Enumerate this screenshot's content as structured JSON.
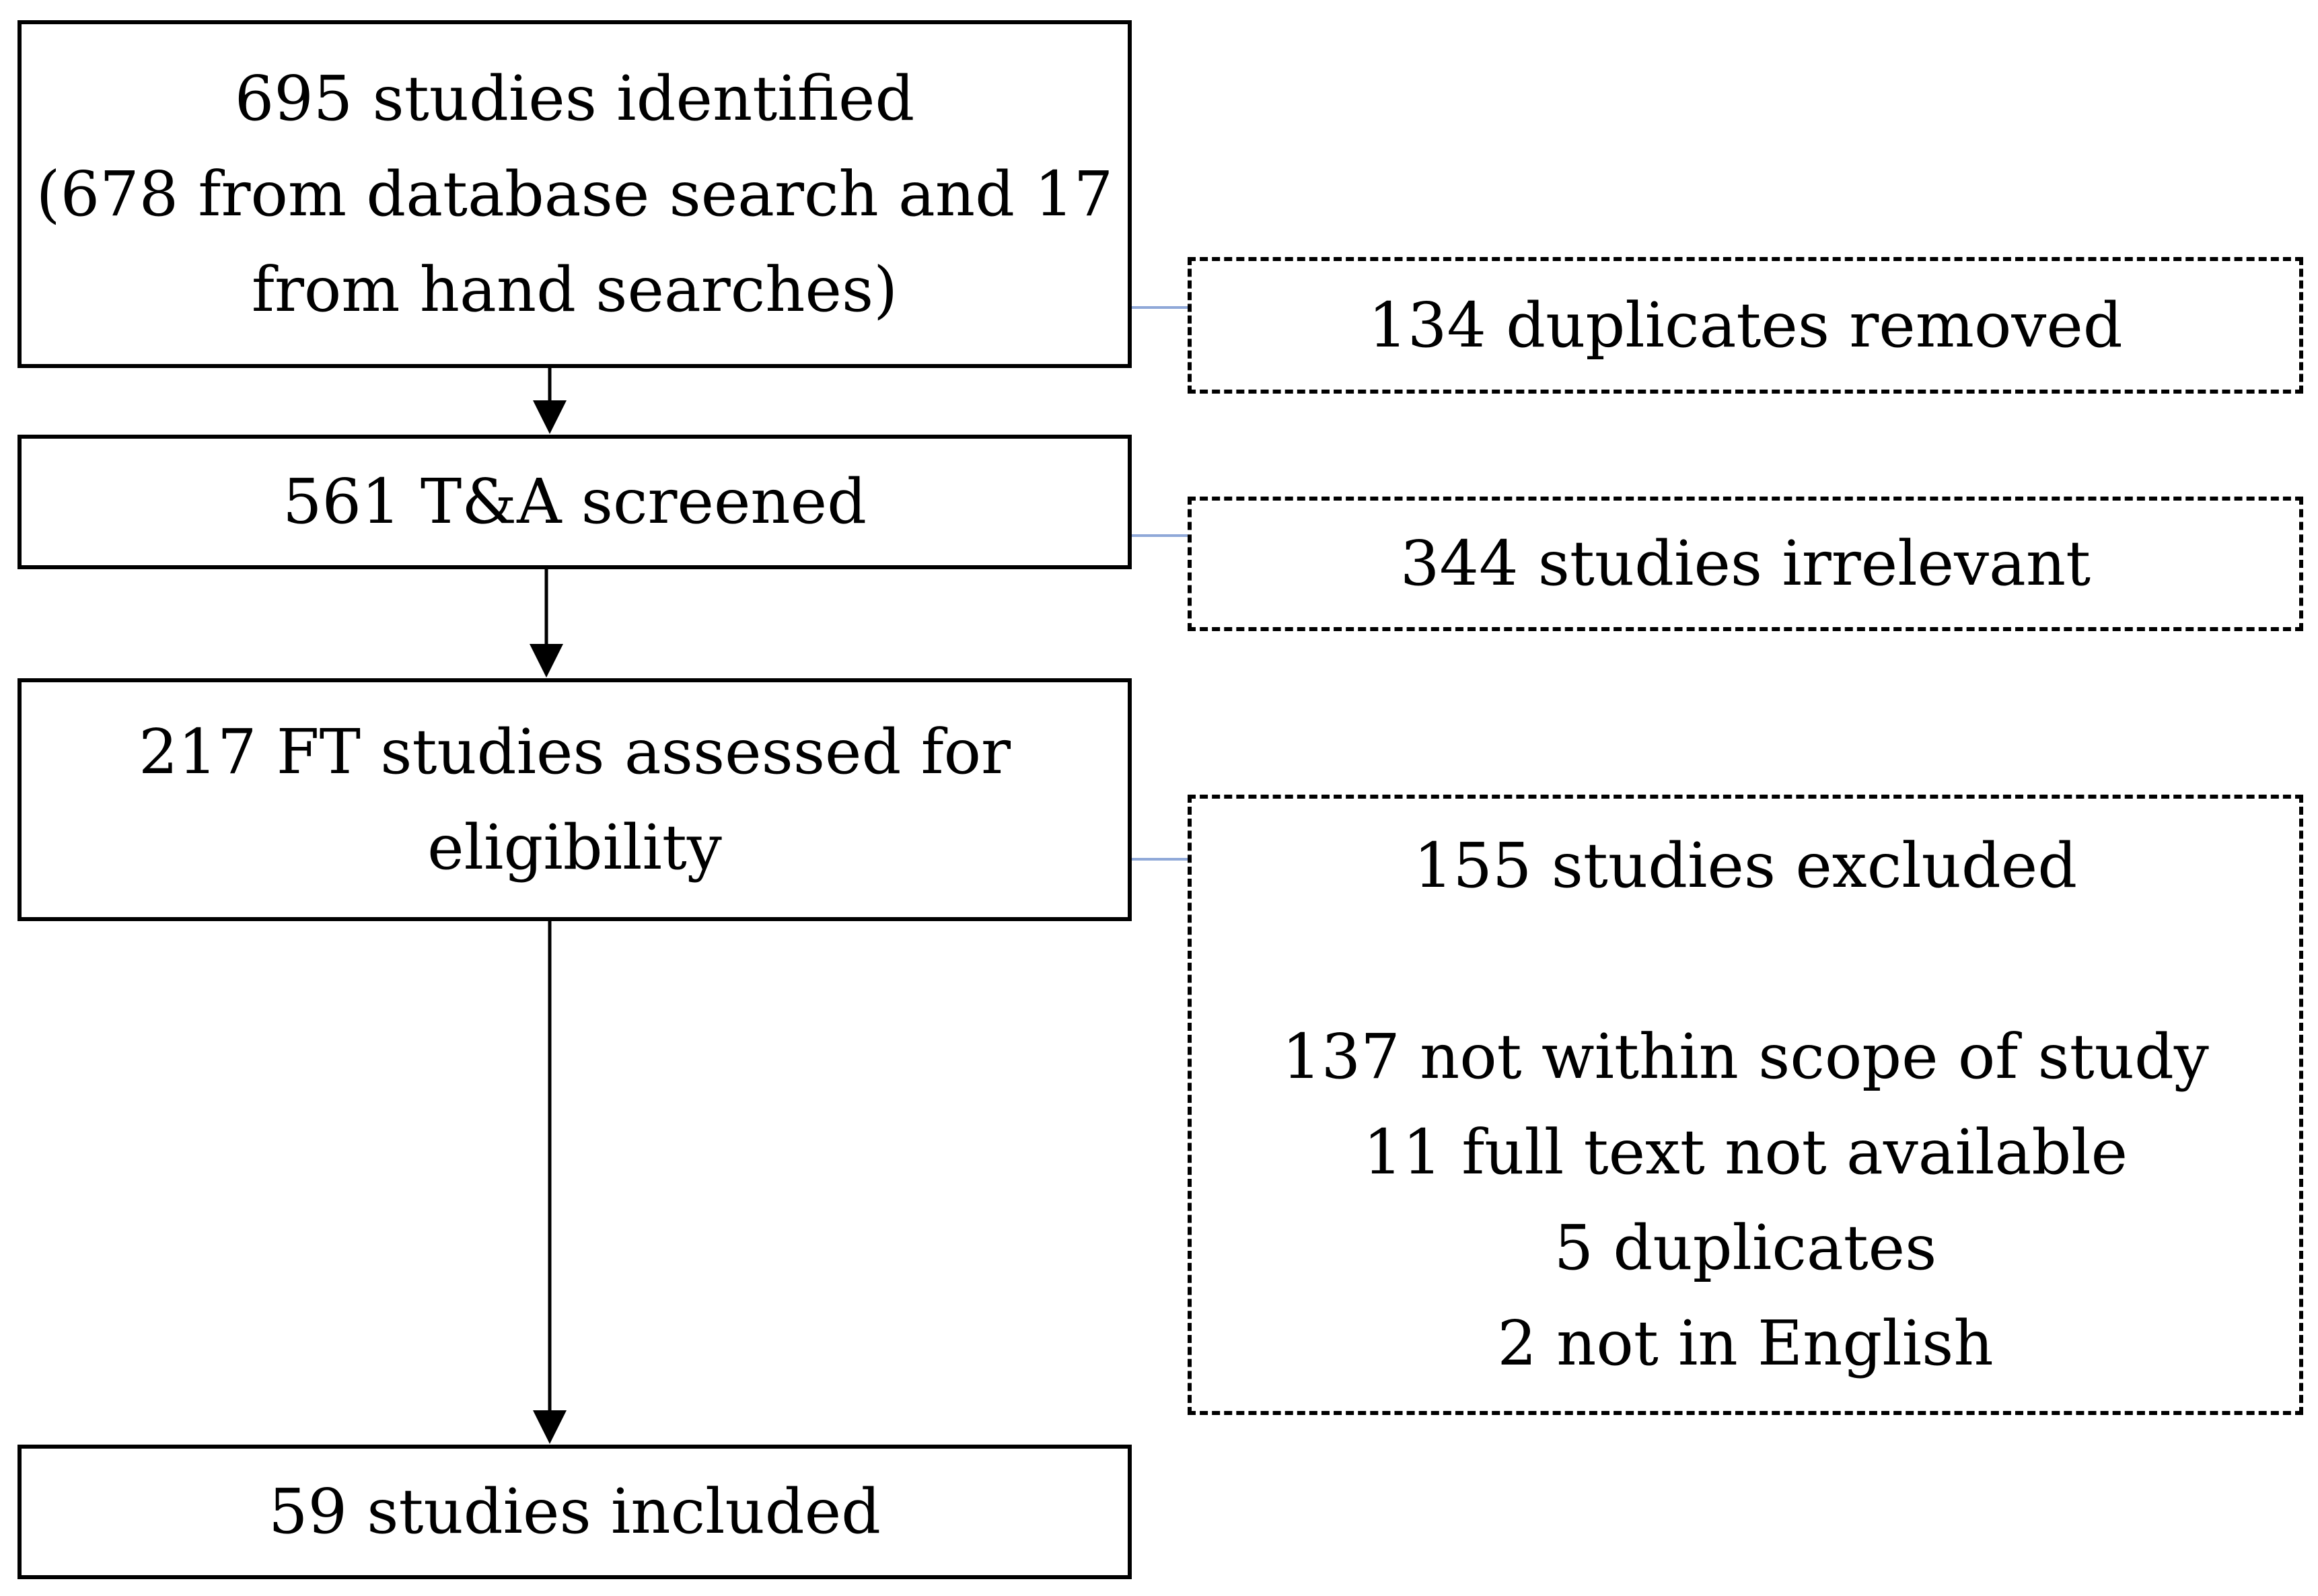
{
  "flow": {
    "identified": {
      "lines": [
        "695 studies identified",
        "(678 from database search and 17",
        "from hand searches)"
      ]
    },
    "screened": {
      "lines": [
        "561 T&A screened"
      ]
    },
    "assessed": {
      "lines": [
        "217 FT studies assessed for",
        "eligibility"
      ]
    },
    "included": {
      "lines": [
        "59 studies included"
      ]
    }
  },
  "exclusions": {
    "duplicates": {
      "label": "134 duplicates removed"
    },
    "irrelevant": {
      "label": "344 studies irrelevant"
    },
    "excluded": {
      "title": "155 studies excluded",
      "reasons": [
        "137 not within scope of study",
        "11 full text not available",
        "5 duplicates",
        "2 not in English"
      ]
    }
  },
  "colors": {
    "box_border": "#000000",
    "arrow": "#000000",
    "side_connector": "#8fa8d8"
  }
}
